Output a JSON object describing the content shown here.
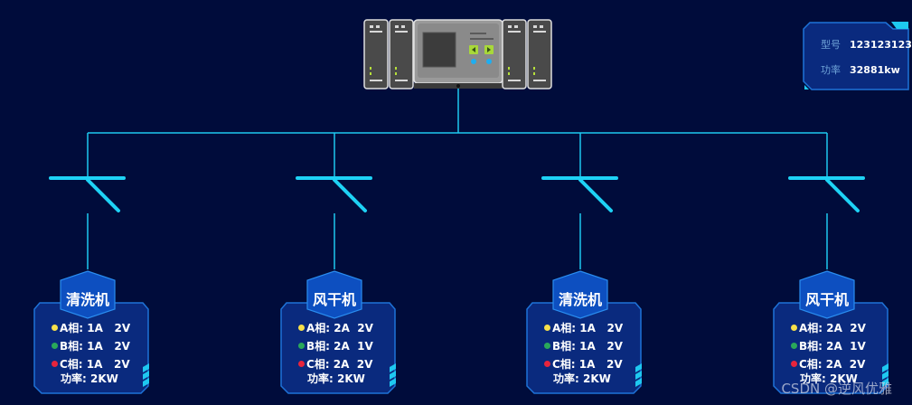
{
  "info_panel": {
    "model_label": "型号",
    "model_value": "123123123",
    "power_label": "功率",
    "power_value": "32881kw"
  },
  "devices": [
    {
      "name": "清洗机",
      "phases": [
        {
          "label": "A相:",
          "current": "1A",
          "voltage": "2V"
        },
        {
          "label": "B相:",
          "current": "1A",
          "voltage": "2V"
        },
        {
          "label": "C相:",
          "current": "1A",
          "voltage": "2V"
        }
      ],
      "power_label": "功率:",
      "power_value": "2KW"
    },
    {
      "name": "风干机",
      "phases": [
        {
          "label": "A相:",
          "current": "2A",
          "voltage": "2V"
        },
        {
          "label": "B相:",
          "current": "2A",
          "voltage": "1V"
        },
        {
          "label": "C相:",
          "current": "2A",
          "voltage": "2V"
        }
      ],
      "power_label": "功率:",
      "power_value": "2KW"
    },
    {
      "name": "清洗机",
      "phases": [
        {
          "label": "A相:",
          "current": "1A",
          "voltage": "2V"
        },
        {
          "label": "B相:",
          "current": "1A",
          "voltage": "2V"
        },
        {
          "label": "C相:",
          "current": "1A",
          "voltage": "2V"
        }
      ],
      "power_label": "功率:",
      "power_value": "2KW"
    },
    {
      "name": "风干机",
      "phases": [
        {
          "label": "A相:",
          "current": "2A",
          "voltage": "2V"
        },
        {
          "label": "B相:",
          "current": "2A",
          "voltage": "1V"
        },
        {
          "label": "C相:",
          "current": "2A",
          "voltage": "2V"
        }
      ],
      "power_label": "功率:",
      "power_value": "2KW"
    }
  ],
  "watermark": "CSDN @逆风优雅",
  "colors": {
    "background": "#000c3b",
    "line": "#1ec8f0",
    "switch": "#1ed2f5",
    "panel_fill": "#0a2a7e",
    "panel_border": "#1e73d8",
    "phase_a": "#f7e04a",
    "phase_b": "#2aa85a",
    "phase_c": "#e8243c"
  }
}
